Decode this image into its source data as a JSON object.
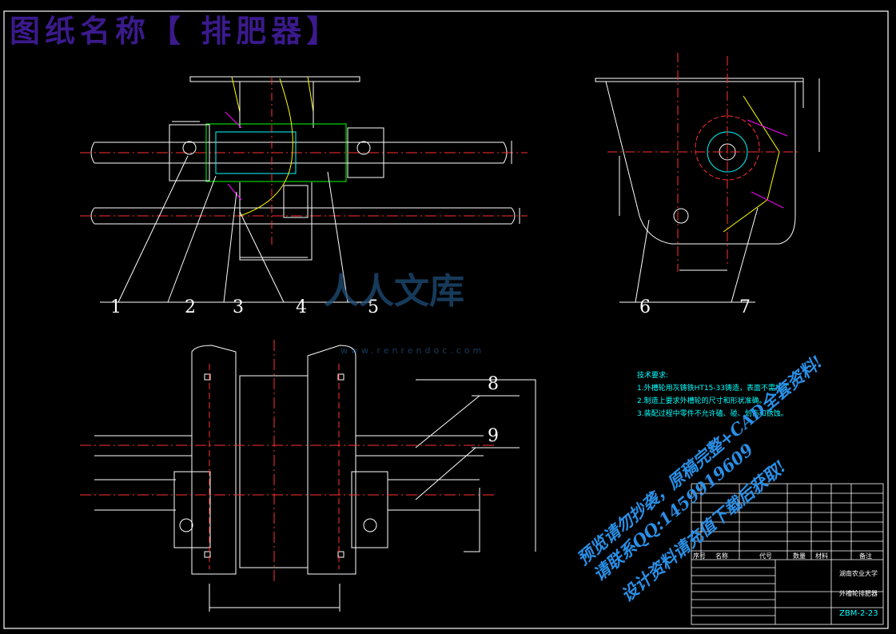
{
  "drawing": {
    "title": "图纸名称【 排肥器】",
    "callouts": [
      "1",
      "2",
      "3",
      "4",
      "5",
      "6",
      "7",
      "8",
      "9"
    ]
  },
  "tech_requirements": {
    "heading": "技术要求:",
    "items": [
      "1.外槽轮用灰铸铁HT15-33铸造，表面不需加工",
      "2.制造上要求外槽轮的尺寸和形状准确。",
      "3.装配过程中零件不允许磕、碰、划伤和锈蚀。"
    ]
  },
  "watermark": {
    "brand": "人人文库",
    "url": "www.renrendoc.com"
  },
  "promo_lines": [
    "预览请勿抄袭，原稿完整+CAD全套资料!",
    "请联系QQ:1459919609",
    "设计资料请充值下载后获取!"
  ],
  "title_block": {
    "school": "湖南农业大学",
    "part_name": "外槽轮排肥器",
    "drawing_no": "ZBM-2-23",
    "header_cols": [
      "序号",
      "名称",
      "代号",
      "数量",
      "材料",
      "备注"
    ]
  }
}
